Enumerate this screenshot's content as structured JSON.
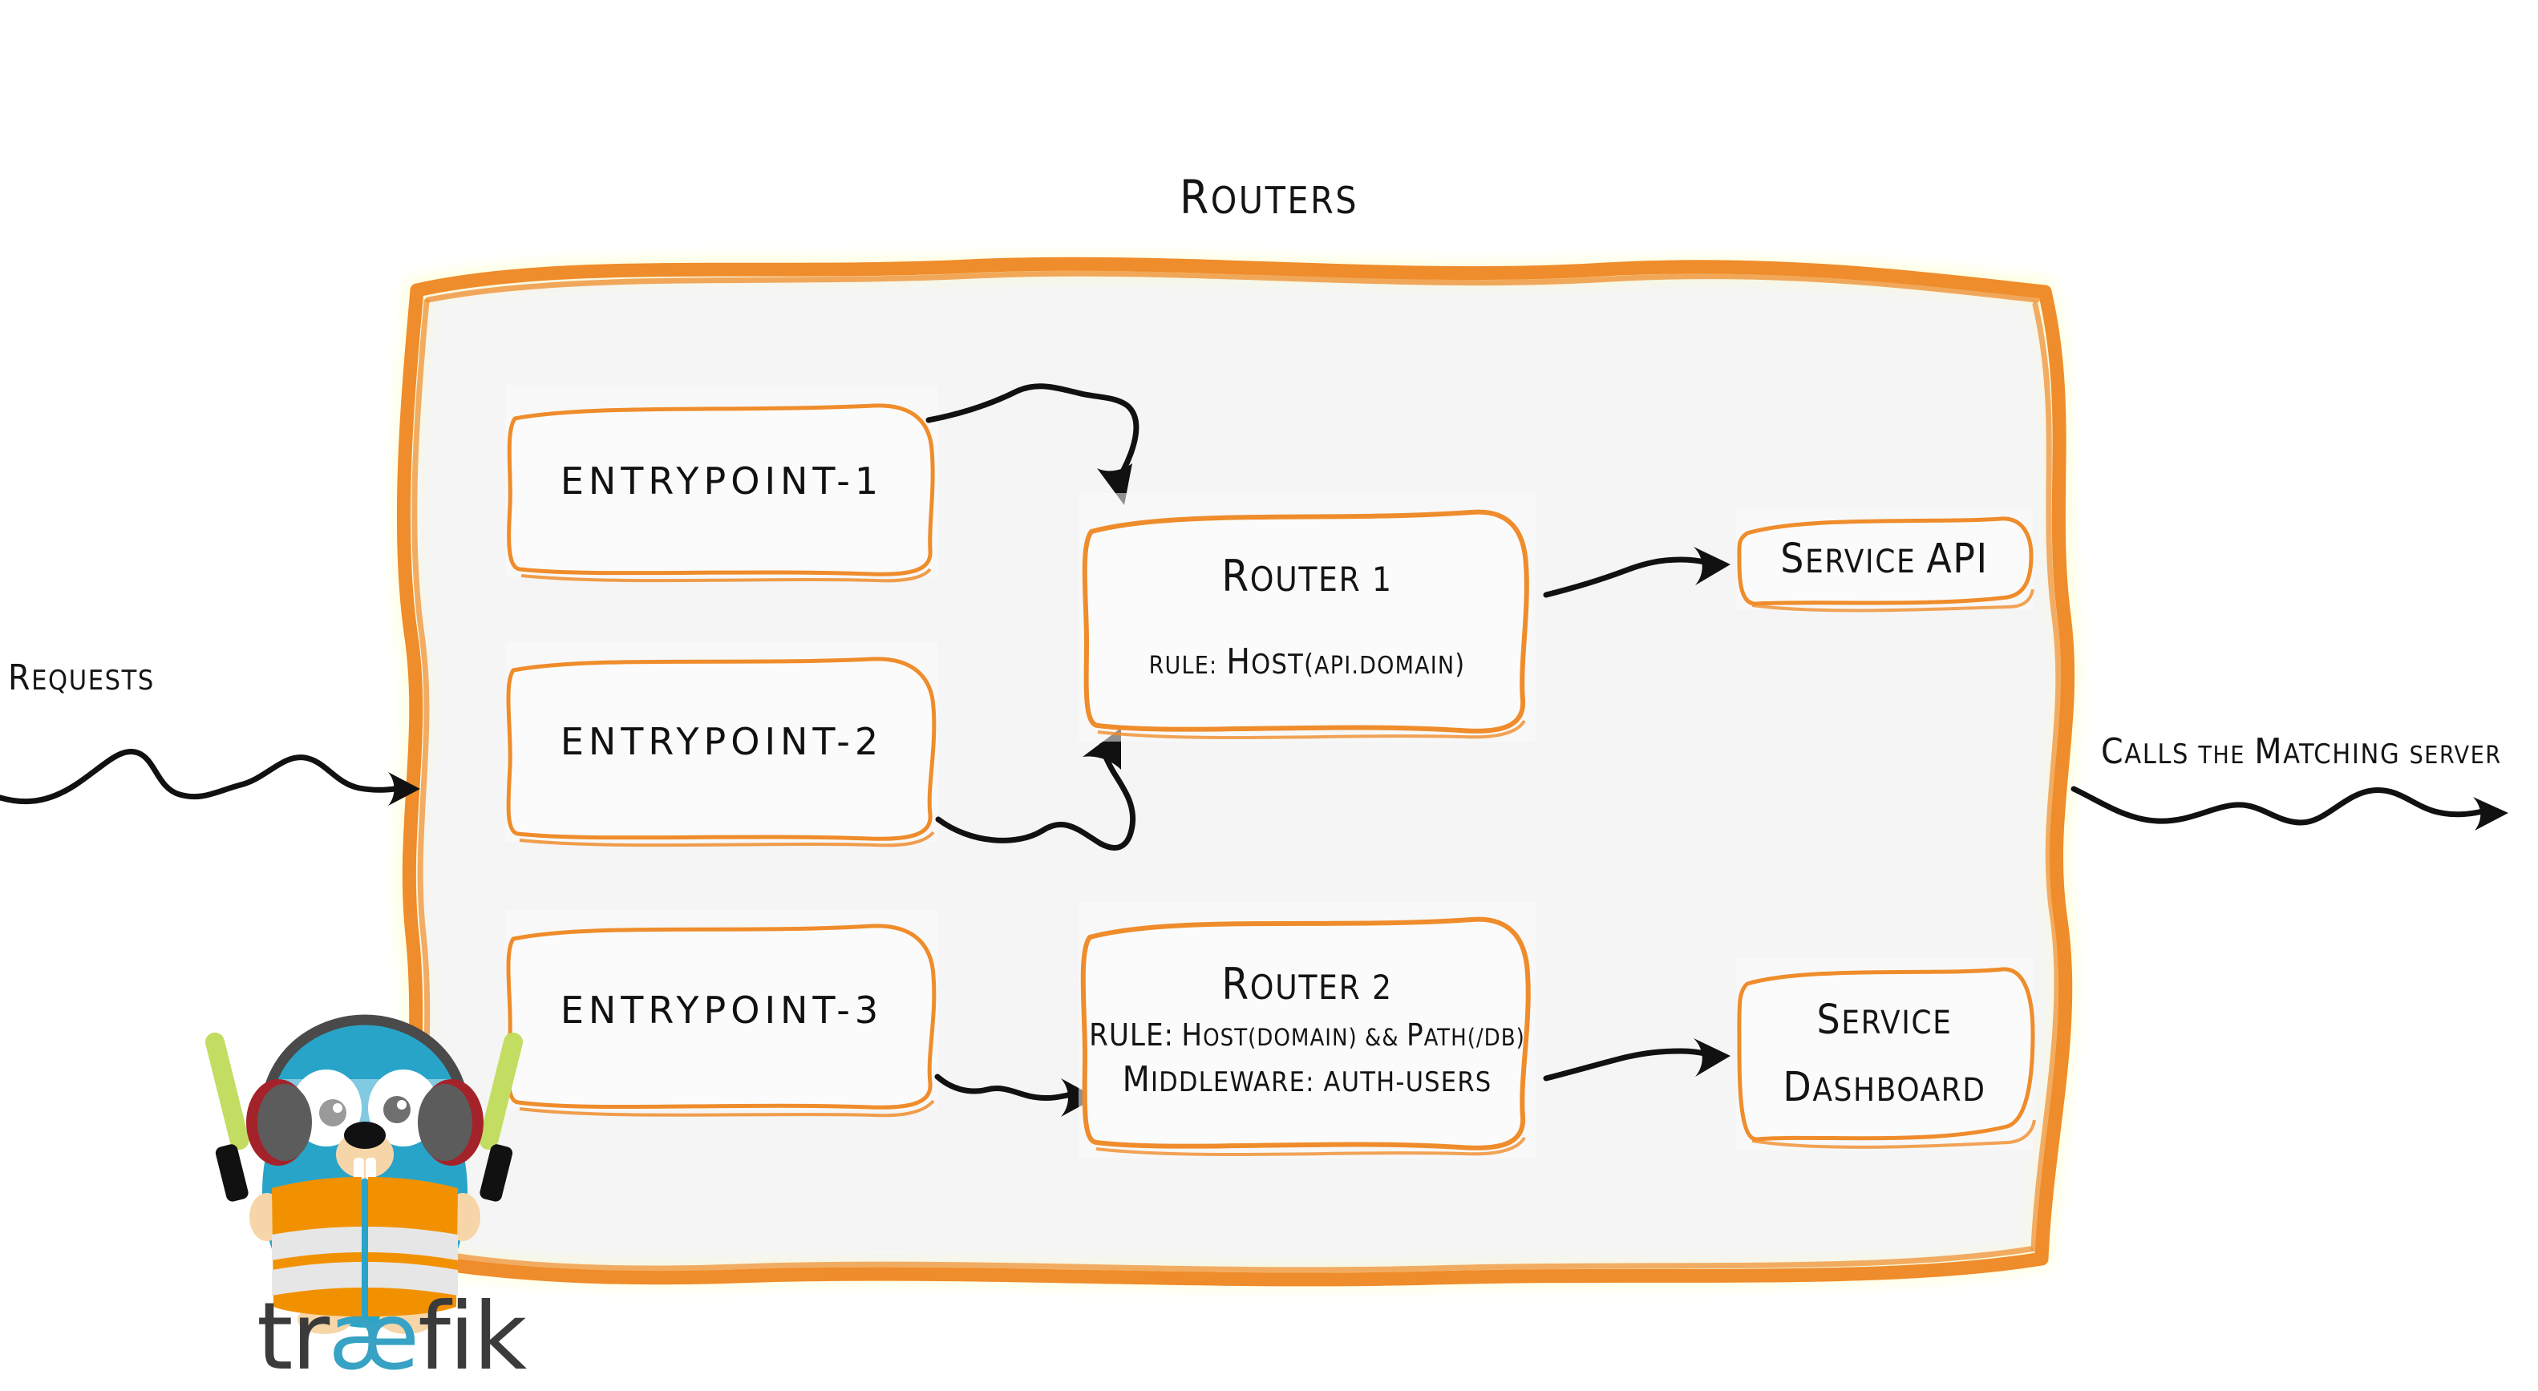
{
  "diagram": {
    "title": "Routers",
    "colors": {
      "accent_orange": "#ef8c2b",
      "panel_fill": "#f5f5f5",
      "ink": "#141414",
      "logo_dark": "#3b3b3b",
      "logo_cyan": "#37a2c4",
      "gopher_body": "#29a4c9",
      "gopher_vest": "#f29100",
      "gopher_stripe": "#e6e6e6",
      "wand_green": "#c3dd62",
      "headphone_gray": "#5c5c5c",
      "headphone_red": "#a4232a"
    },
    "labels": {
      "requests": "Requests",
      "calls_the_matching_server": "Calls the matching server"
    },
    "entrypoints": [
      {
        "label": "entrypoint-1"
      },
      {
        "label": "entrypoint-2"
      },
      {
        "label": "entrypoint-3"
      }
    ],
    "routers": [
      {
        "title": "Router 1",
        "lines": [
          "rule: Host(api.domain)"
        ]
      },
      {
        "title": "Router 2",
        "lines": [
          "rule: Host(domain) && Path(/db)",
          "Middleware: auth-users"
        ]
      }
    ],
    "services": [
      {
        "lines": [
          "Service API"
        ]
      },
      {
        "lines": [
          "Service",
          "Dashboard"
        ]
      }
    ],
    "logo": {
      "part1": "tr",
      "part2": "æ",
      "part3": "fik"
    },
    "mascot": {
      "name": "traefik-gopher-mascot"
    },
    "connectors": [
      {
        "from": "entrypoint-1",
        "to": "router-1"
      },
      {
        "from": "entrypoint-2",
        "to": "router-1"
      },
      {
        "from": "entrypoint-3",
        "to": "router-2"
      },
      {
        "from": "router-1",
        "to": "service-api"
      },
      {
        "from": "router-2",
        "to": "service-dashboard"
      },
      {
        "from": "requests",
        "to": "routers-panel"
      },
      {
        "from": "routers-panel",
        "to": "matching-server"
      }
    ]
  }
}
